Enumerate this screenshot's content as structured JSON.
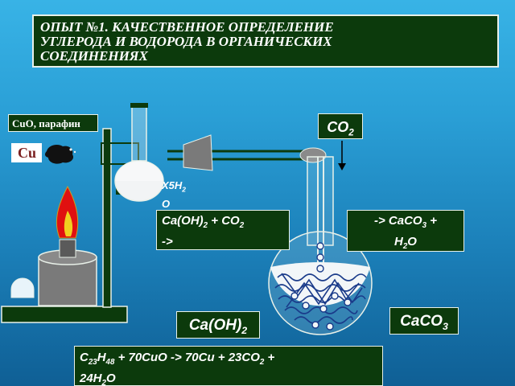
{
  "title": {
    "line1": "ОПЫТ №1.  КАЧЕСТВЕННОЕ ОПРЕДЕЛЕНИЕ",
    "line2": "УГЛЕРОДА И ВОДОРОДА В ОРГАНИЧЕСКИХ",
    "line3": "СОЕДИНЕНИЯХ"
  },
  "labels": {
    "reagents": "CuO, парафин",
    "copper": "Cu",
    "co2": "CO",
    "co2_sub": "2",
    "water_hydrate": "X5H",
    "water_hydrate_sub": "2",
    "water_hydrate_tail": "O",
    "lime_water_eq_1": "Ca(OH)",
    "lime_water_eq_1_sub": "2",
    "lime_water_eq_2": " + CO",
    "lime_water_eq_2_sub": "2",
    "lime_water_eq_3": "->",
    "product_eq_1": "-> CaCO",
    "product_eq_1_sub": "3",
    "product_eq_2": " +",
    "product_eq_3": "H",
    "product_eq_3_sub": "2",
    "product_eq_4": "O",
    "caco3": "CaCO",
    "caco3_sub": "3",
    "caoh2": "Ca(OH)",
    "caoh2_sub": "2",
    "main_eq_a": "C",
    "main_eq_a_sub": "23",
    "main_eq_b": "H",
    "main_eq_b_sub": "48",
    "main_eq_c": " + 70CuO -> 70Cu + 23CO",
    "main_eq_c_sub": "2",
    "main_eq_d": " +",
    "main_eq_e": "24H",
    "main_eq_e_sub": "2",
    "main_eq_f": "O"
  },
  "colors": {
    "background_top": "#38b3e6",
    "background_bottom": "#0f5f95",
    "label_dark": "#0c3a0c",
    "flame": "#e01010",
    "flame_core": "#f0d020"
  }
}
